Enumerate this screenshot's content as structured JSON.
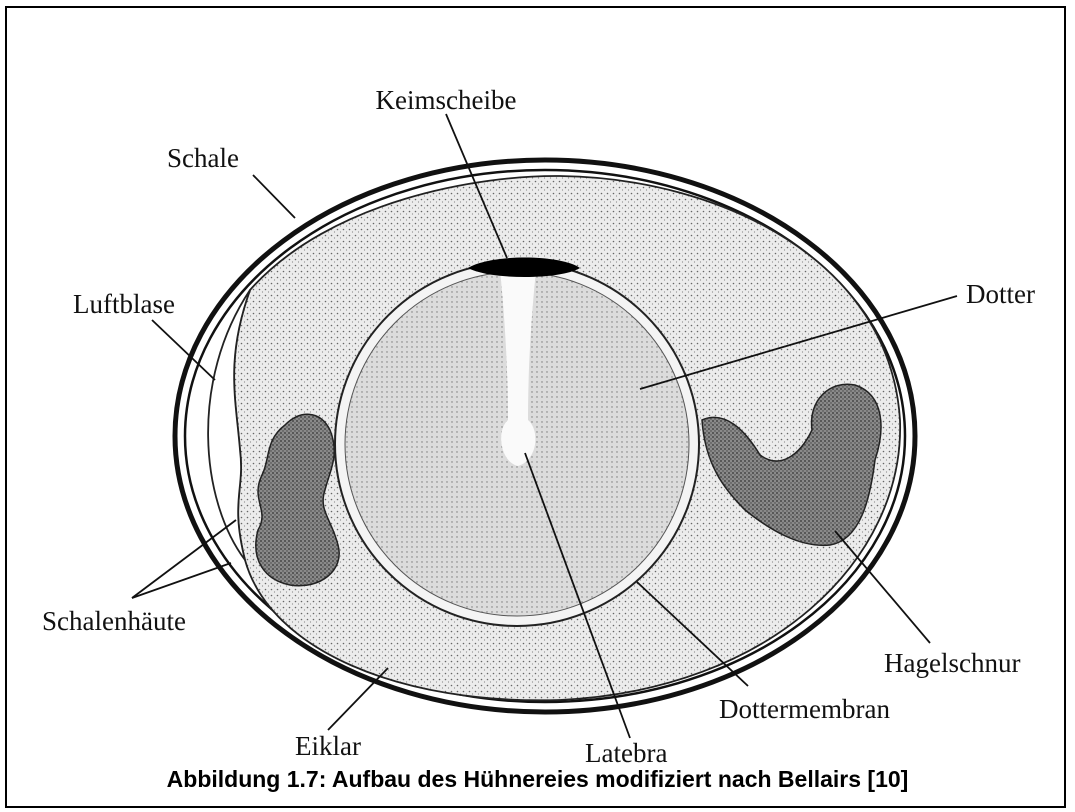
{
  "labels": {
    "keimscheibe": "Keimscheibe",
    "schale": "Schale",
    "luftblase": "Luftblase",
    "dotter": "Dotter",
    "schalenhaeute": "Schalenhäute",
    "hagelschnur": "Hagelschnur",
    "dottermembran": "Dottermembran",
    "eiklar": "Eiklar",
    "latebra": "Latebra"
  },
  "caption": "Abbildung 1.7: Aufbau des Hühnereies modifiziert nach Bellairs [10]",
  "colors": {
    "outline": "#111111",
    "eiklar": "#d9d9d9",
    "dotter": "#c9c9c9",
    "hagelschnur": "#6e6e6e",
    "keimscheibe": "#000000"
  }
}
